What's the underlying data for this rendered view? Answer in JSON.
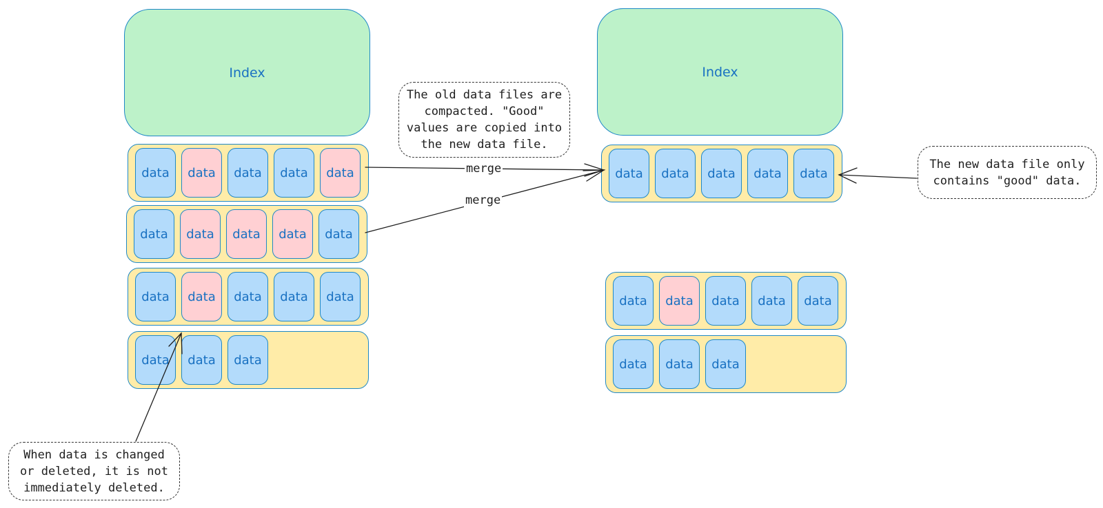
{
  "left": {
    "index_label": "Index",
    "rows": [
      {
        "cells": [
          {
            "label": "data",
            "status": "good"
          },
          {
            "label": "data",
            "status": "bad"
          },
          {
            "label": "data",
            "status": "good"
          },
          {
            "label": "data",
            "status": "good"
          },
          {
            "label": "data",
            "status": "bad"
          }
        ]
      },
      {
        "cells": [
          {
            "label": "data",
            "status": "good"
          },
          {
            "label": "data",
            "status": "bad"
          },
          {
            "label": "data",
            "status": "bad"
          },
          {
            "label": "data",
            "status": "bad"
          },
          {
            "label": "data",
            "status": "good"
          }
        ]
      },
      {
        "cells": [
          {
            "label": "data",
            "status": "good"
          },
          {
            "label": "data",
            "status": "bad"
          },
          {
            "label": "data",
            "status": "good"
          },
          {
            "label": "data",
            "status": "good"
          },
          {
            "label": "data",
            "status": "good"
          }
        ]
      },
      {
        "cells": [
          {
            "label": "data",
            "status": "good"
          },
          {
            "label": "data",
            "status": "good"
          },
          {
            "label": "data",
            "status": "good"
          }
        ]
      }
    ]
  },
  "right": {
    "index_label": "Index",
    "rows": [
      {
        "cells": [
          {
            "label": "data",
            "status": "good"
          },
          {
            "label": "data",
            "status": "good"
          },
          {
            "label": "data",
            "status": "good"
          },
          {
            "label": "data",
            "status": "good"
          },
          {
            "label": "data",
            "status": "good"
          }
        ]
      },
      {
        "cells": [
          {
            "label": "data",
            "status": "good"
          },
          {
            "label": "data",
            "status": "bad"
          },
          {
            "label": "data",
            "status": "good"
          },
          {
            "label": "data",
            "status": "good"
          },
          {
            "label": "data",
            "status": "good"
          }
        ]
      },
      {
        "cells": [
          {
            "label": "data",
            "status": "good"
          },
          {
            "label": "data",
            "status": "good"
          },
          {
            "label": "data",
            "status": "good"
          }
        ]
      }
    ]
  },
  "arrows": {
    "merge_label_1": "merge",
    "merge_label_2": "merge"
  },
  "notes": {
    "compacted": "The old data files are\ncompacted. \"Good\"\nvalues are copied into\nthe new data file.",
    "new_file": "The new data file only\ncontains \"good\" data.",
    "changed": "When data is changed\nor deleted, it is not\nimmediately deleted."
  },
  "colors": {
    "index_fill": "#bdf2c9",
    "file_fill": "#ffeca8",
    "good_cell": "#b3dbfb",
    "bad_cell": "#ffd0d3",
    "stroke": "#1e88c7",
    "text_blue": "#1971c2"
  }
}
